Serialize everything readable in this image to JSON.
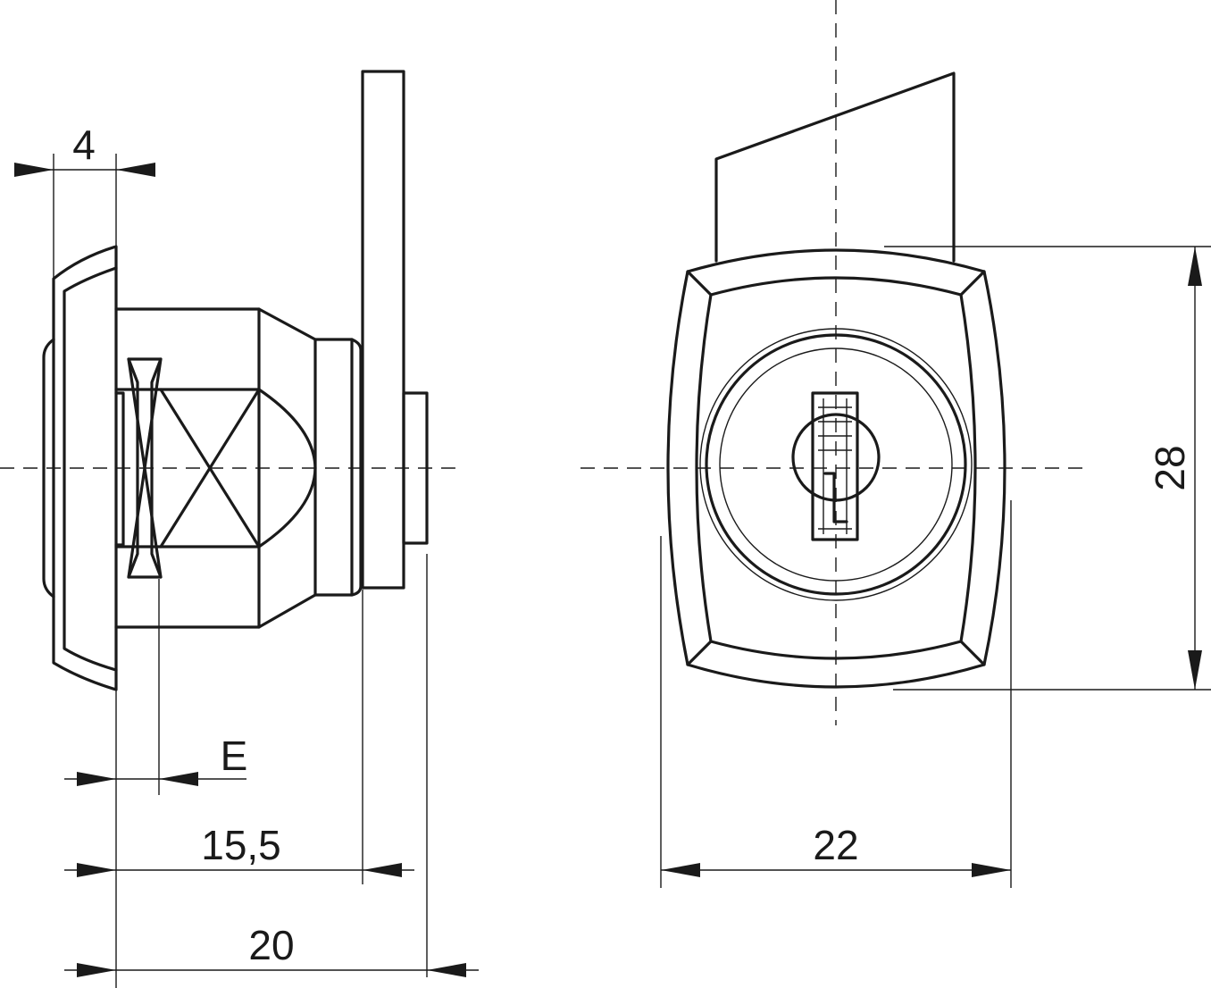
{
  "dimensions": {
    "flange": "4",
    "e": "E",
    "body": "15,5",
    "total": "20",
    "width": "22",
    "height": "28"
  }
}
